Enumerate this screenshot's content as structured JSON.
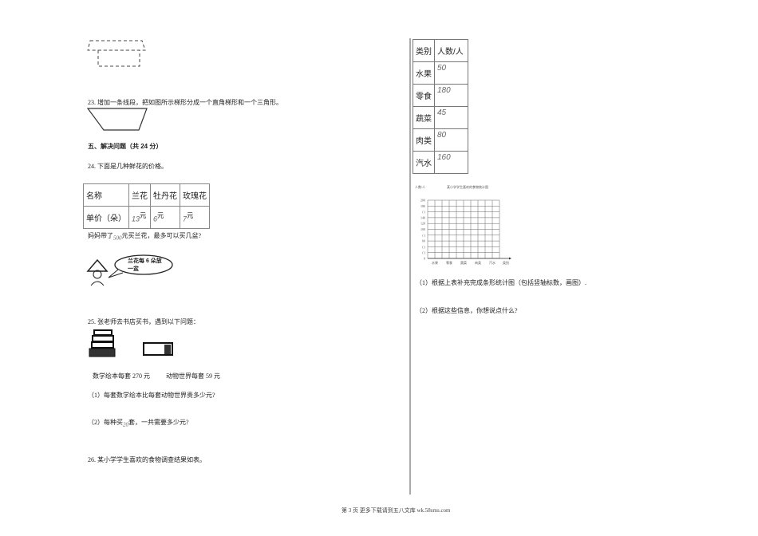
{
  "q23": {
    "text": "23. 增加一条线段，把如图所示梯形分成一个直角梯形和一个三角形。"
  },
  "section5": {
    "title": "五、解决问题（共 24 分）"
  },
  "q24": {
    "text": "24. 下面是几种鲜花的价格。",
    "headers": [
      "名称",
      "兰花",
      "牡丹花",
      "玫瑰花"
    ],
    "row_label": "单价（朵）",
    "prices": [
      "13",
      "6",
      "7"
    ],
    "unit": "元",
    "question_pre": "妈妈带了",
    "money": "500",
    "question_post": "元买兰花，最多可以买几盆?",
    "bubble": "兰花每 6 朵放一盆"
  },
  "q25": {
    "text": "25. 张老师去书店买书，遇到以下问题：",
    "book1": "数学绘本每套 270 元",
    "book2": "动物世界每套 59 元",
    "sub1": "（1）每套数学绘本比每套动物世界贵多少元?",
    "sub2_pre": "（2）每种买",
    "sub2_num": "20",
    "sub2_post": "套，一共需要多少元?"
  },
  "q26": {
    "text": "26. 某小学学生喜欢的食物调查结果如表。",
    "table_headers": [
      "类别",
      "人数/人"
    ],
    "rows": [
      [
        "水果",
        "50"
      ],
      [
        "零食",
        "180"
      ],
      [
        "蔬菜",
        "45"
      ],
      [
        "肉类",
        "80"
      ],
      [
        "汽水",
        "160"
      ]
    ],
    "sub1": "（1）根据上表补充完成条形统计图（包括竖轴标数，画图）.",
    "sub2": "（2）根据这些信息，你想说点什么?"
  },
  "chart_data": {
    "type": "bar",
    "title": "某小学学生喜欢的食物统计图",
    "ylabel": "人数/人",
    "xlabel": "类别",
    "categories": [
      "水果",
      "零食",
      "蔬菜",
      "肉类",
      "汽水"
    ],
    "values": [],
    "ytick_labels": [
      "200",
      "180",
      "( )",
      "140",
      "120",
      "100",
      "( )",
      "60",
      "( )",
      "( )",
      "0"
    ],
    "ylim": [
      0,
      200
    ],
    "grid": true
  },
  "footer": "第 3 页 更多下载请到五八文库 wk.58sms.com"
}
